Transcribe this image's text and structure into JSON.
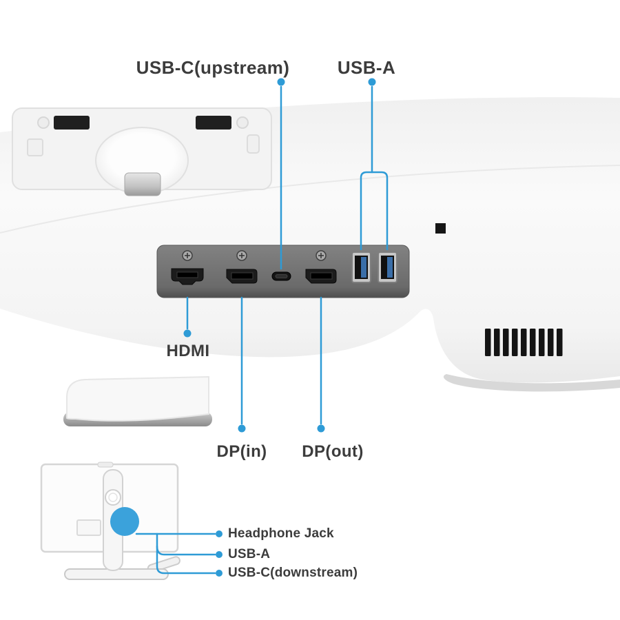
{
  "diagram": {
    "labels": {
      "usb_c_upstream": "USB-C(upstream)",
      "usb_a_top": "USB-A",
      "hdmi": "HDMI",
      "dp_in": "DP(in)",
      "dp_out": "DP(out)",
      "headphone_jack": "Headphone Jack",
      "usb_a_side": "USB-A",
      "usb_c_downstream": "USB-C(downstream)"
    },
    "rear_ports": [
      "HDMI",
      "DP(in)",
      "USB-C(upstream)",
      "DP(out)",
      "USB-A",
      "USB-A"
    ],
    "side_ports": [
      "Headphone Jack",
      "USB-A",
      "USB-C(downstream)"
    ],
    "colors": {
      "accent_blue": "#3BA2DB",
      "leader_line_blue": "#2E9BD6",
      "text": "#3C3C3C",
      "recess_gray": "#6F6F6F",
      "port_black": "#1B1B1B",
      "body_white": "#F7F7F7"
    }
  }
}
